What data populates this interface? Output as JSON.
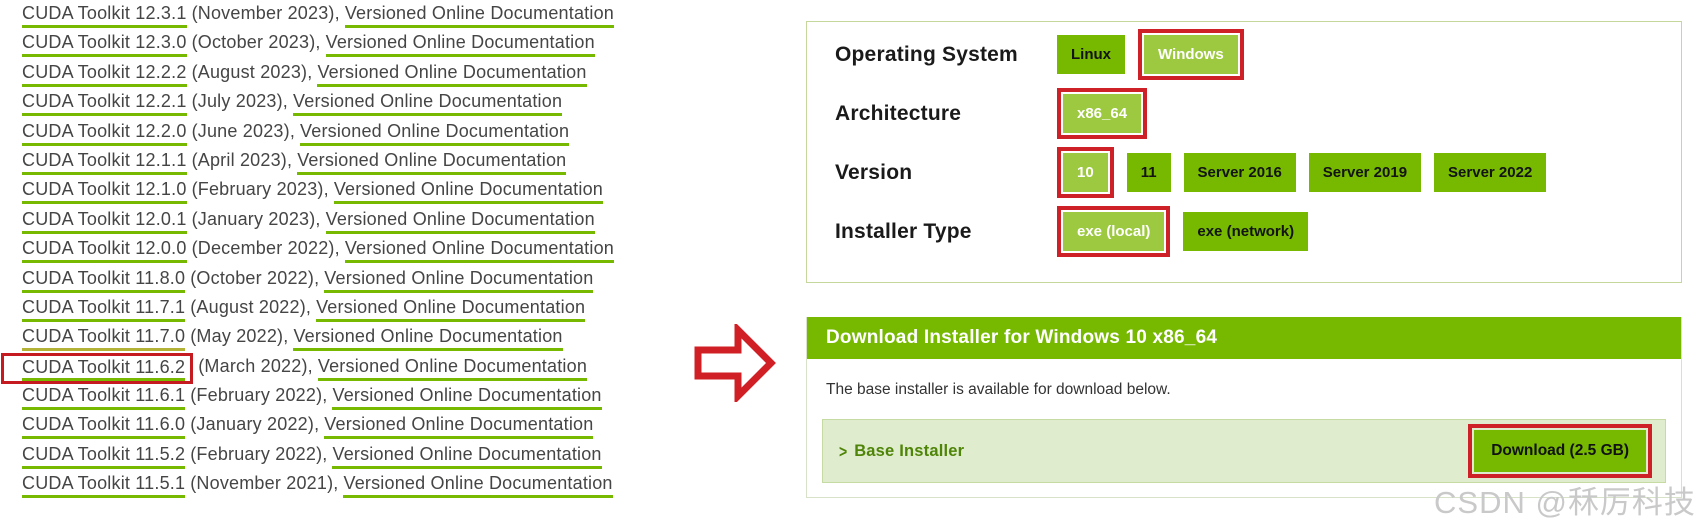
{
  "colors": {
    "nvidia_green": "#76b900",
    "selected_green": "#9cc93f",
    "band_green": "#dfeccd",
    "link_underline": "#76b900",
    "visited_underline": "#b4b236",
    "annotation_red": "#cd2027"
  },
  "toolkit_list": {
    "doc_link_label": "Versioned Online Documentation",
    "items": [
      {
        "name": "CUDA Toolkit 12.3.1",
        "date": "(November 2023),",
        "doc": "Versioned Online Documentation"
      },
      {
        "name": "CUDA Toolkit 12.3.0",
        "date": "(October 2023),",
        "doc": "Versioned Online Documentation"
      },
      {
        "name": "CUDA Toolkit 12.2.2",
        "date": "(August 2023),",
        "doc": "Versioned Online Documentation"
      },
      {
        "name": "CUDA Toolkit 12.2.1",
        "date": "(July 2023),",
        "doc": "Versioned Online Documentation"
      },
      {
        "name": "CUDA Toolkit 12.2.0",
        "date": "(June 2023),",
        "doc": "Versioned Online Documentation"
      },
      {
        "name": "CUDA Toolkit 12.1.1",
        "date": "(April 2023),",
        "doc": "Versioned Online Documentation"
      },
      {
        "name": "CUDA Toolkit 12.1.0",
        "date": "(February 2023),",
        "doc": "Versioned Online Documentation"
      },
      {
        "name": "CUDA Toolkit 12.0.1",
        "date": "(January 2023),",
        "doc": "Versioned Online Documentation"
      },
      {
        "name": "CUDA Toolkit 12.0.0",
        "date": "(December 2022),",
        "doc": "Versioned Online Documentation"
      },
      {
        "name": "CUDA Toolkit 11.8.0",
        "date": "(October 2022),",
        "doc": "Versioned Online Documentation"
      },
      {
        "name": "CUDA Toolkit 11.7.1",
        "date": "(August 2022),",
        "doc": "Versioned Online Documentation"
      },
      {
        "name": "CUDA Toolkit 11.7.0",
        "date": "(May 2022),",
        "doc": "Versioned Online Documentation",
        "visited": true
      },
      {
        "name": "CUDA Toolkit 11.6.2",
        "date": "(March 2022),",
        "doc": "Versioned Online Documentation",
        "highlighted": true
      },
      {
        "name": "CUDA Toolkit 11.6.1",
        "date": "(February 2022),",
        "doc": "Versioned Online Documentation"
      },
      {
        "name": "CUDA Toolkit 11.6.0",
        "date": "(January 2022),",
        "doc": "Versioned Online Documentation"
      },
      {
        "name": "CUDA Toolkit 11.5.2",
        "date": "(February 2022),",
        "doc": "Versioned Online Documentation"
      },
      {
        "name": "CUDA Toolkit 11.5.1",
        "date": "(November 2021),",
        "doc": "Versioned Online Documentation"
      }
    ]
  },
  "selector": {
    "rows": [
      {
        "label": "Operating System",
        "options": [
          {
            "label": "Linux"
          },
          {
            "label": "Windows",
            "selected": true,
            "boxed": true
          }
        ]
      },
      {
        "label": "Architecture",
        "options": [
          {
            "label": "x86_64",
            "selected": true,
            "boxed": true
          }
        ]
      },
      {
        "label": "Version",
        "options": [
          {
            "label": "10",
            "selected": true,
            "boxed": true
          },
          {
            "label": "11"
          },
          {
            "label": "Server 2016"
          },
          {
            "label": "Server 2019"
          },
          {
            "label": "Server 2022"
          }
        ]
      },
      {
        "label": "Installer Type",
        "options": [
          {
            "label": "exe (local)",
            "selected": true,
            "boxed": true
          },
          {
            "label": "exe (network)"
          }
        ]
      }
    ]
  },
  "download": {
    "header": "Download Installer for Windows 10 x86_64",
    "description": "The base installer is available for download below.",
    "section_chevron": ">",
    "section_label": "Base Installer",
    "download_button": "Download (2.5 GB)"
  },
  "watermark": "CSDN @秝厉科技"
}
